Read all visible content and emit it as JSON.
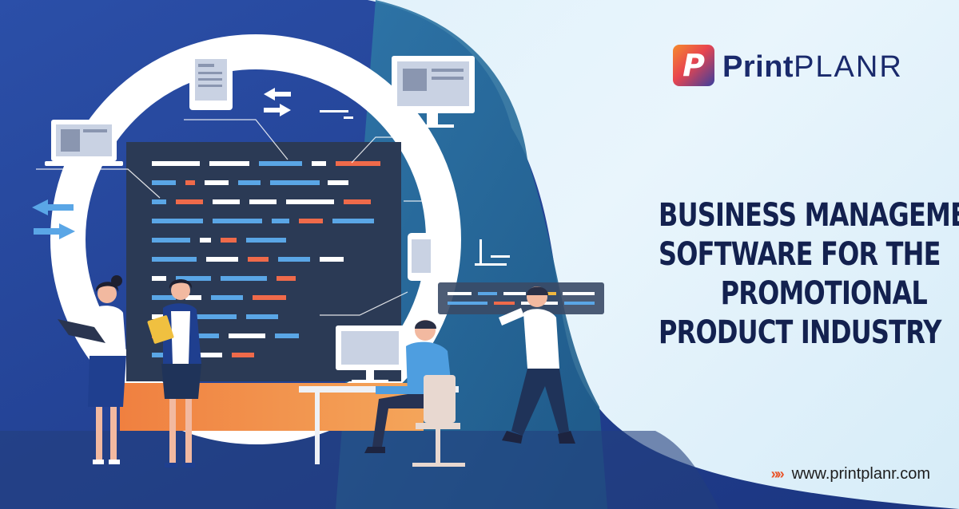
{
  "brand": {
    "mark_letter": "P",
    "name_part1": "Print",
    "name_part2": "PLANR",
    "colors": {
      "navy": "#1a2a6c",
      "orange": "#f58a2c",
      "red": "#e8454f"
    }
  },
  "headline": {
    "lines": [
      "BUSINESS MANAGEMENT",
      "SOFTWARE FOR THE",
      "PROMOTIONAL",
      "PRODUCT INDUSTRY"
    ]
  },
  "footer": {
    "arrows": "»»",
    "url": "www.printplanr.com"
  },
  "palette": {
    "background": "#e3f2fb",
    "deep_blue": "#1f3f8f",
    "teal": "#2a6f97",
    "code_panel": "#2b3a55",
    "accent_orange": "#ef6a4a",
    "code_blue": "#5aa6e6"
  }
}
